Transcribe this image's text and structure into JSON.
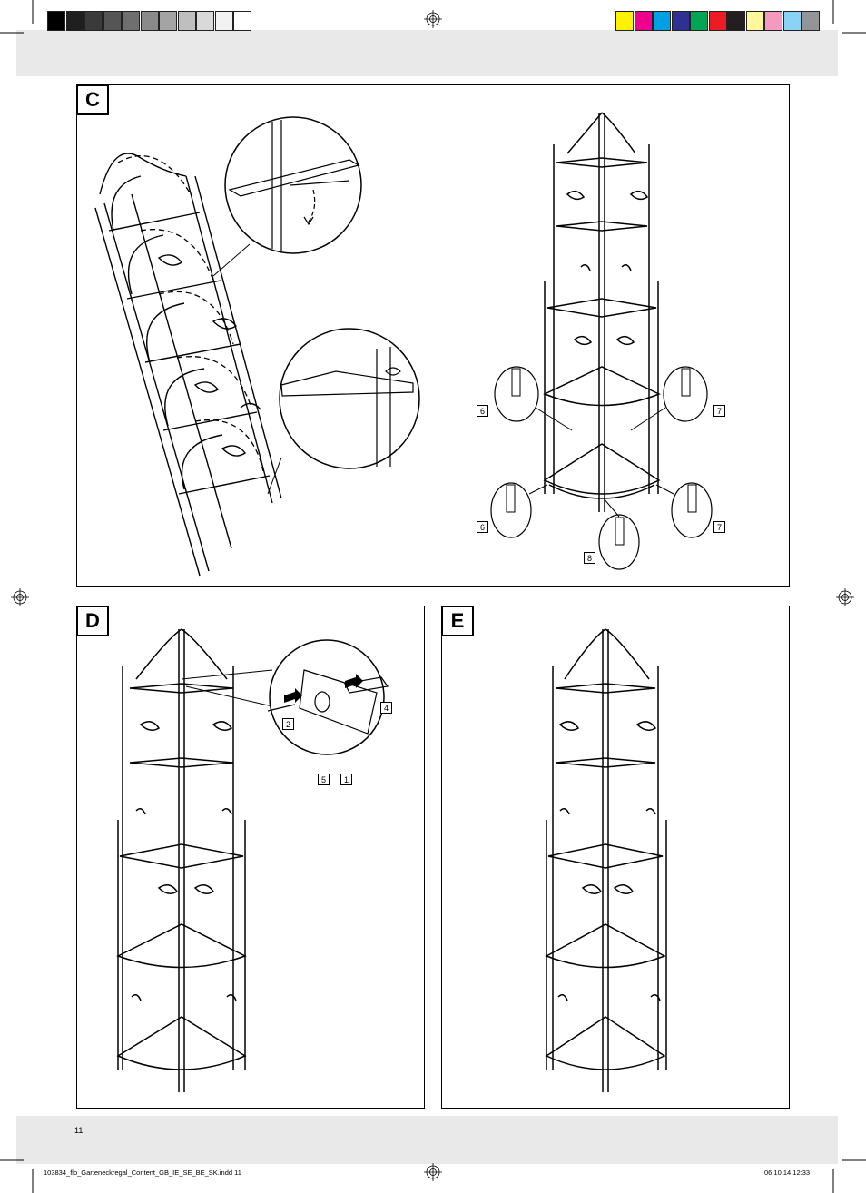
{
  "colors": {
    "band": "#e9e9e9",
    "gray_bar": [
      "#000000",
      "#1f1f1f",
      "#3a3a3a",
      "#555555",
      "#6f6f6f",
      "#8a8a8a",
      "#a4a4a4",
      "#bfbfbf",
      "#d9d9d9",
      "#f2f2f2",
      "#ffffff"
    ],
    "color_bar": [
      "#fff200",
      "#ec008c",
      "#00a0e3",
      "#2e3192",
      "#00a651",
      "#ed1c24",
      "#231f20",
      "#fff799",
      "#f49ac1",
      "#8ad3f5",
      "#939598"
    ]
  },
  "panels": {
    "c": {
      "label": "C",
      "tags": {
        "t6a": "6",
        "t7a": "7",
        "t6b": "6",
        "t7b": "7",
        "t8": "8"
      }
    },
    "d": {
      "label": "D",
      "tags": {
        "t2": "2",
        "t4": "4",
        "t5": "5",
        "t1": "1"
      }
    },
    "e": {
      "label": "E"
    }
  },
  "page_number": "11",
  "footer": {
    "file": "103834_flo_Garteneckregal_Content_GB_IE_SE_BE_SK.indd   11",
    "timestamp": "06.10.14   12:33"
  }
}
